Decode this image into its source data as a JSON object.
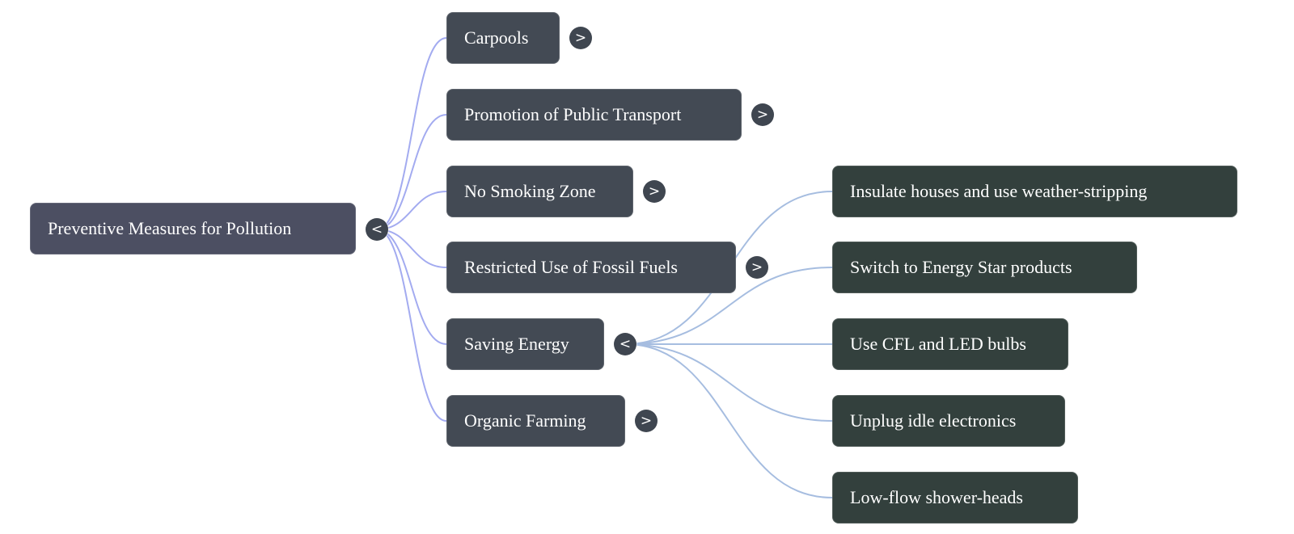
{
  "colors": {
    "root_bg": "#4c4f62",
    "level1_bg": "#434a54",
    "level2_bg": "#33403d",
    "toggle_bg": "#3f4650",
    "root_link": "#a3abf0",
    "child_link": "#a6bde0",
    "text": "#ffffff"
  },
  "root": {
    "label": "Preventive Measures for Pollution",
    "toggle": "<",
    "expanded": true
  },
  "children": [
    {
      "label": "Carpools",
      "toggle": ">",
      "expanded": false
    },
    {
      "label": "Promotion of Public Transport",
      "toggle": ">",
      "expanded": false
    },
    {
      "label": "No Smoking Zone",
      "toggle": ">",
      "expanded": false
    },
    {
      "label": "Restricted Use of Fossil Fuels",
      "toggle": ">",
      "expanded": false
    },
    {
      "label": "Saving Energy",
      "toggle": "<",
      "expanded": true,
      "children": [
        {
          "label": "Insulate houses and use weather-stripping"
        },
        {
          "label": "Switch to Energy Star products"
        },
        {
          "label": "Use CFL and LED bulbs"
        },
        {
          "label": "Unplug idle electronics"
        },
        {
          "label": "Low-flow shower-heads"
        }
      ]
    },
    {
      "label": "Organic Farming",
      "toggle": ">",
      "expanded": false
    }
  ]
}
